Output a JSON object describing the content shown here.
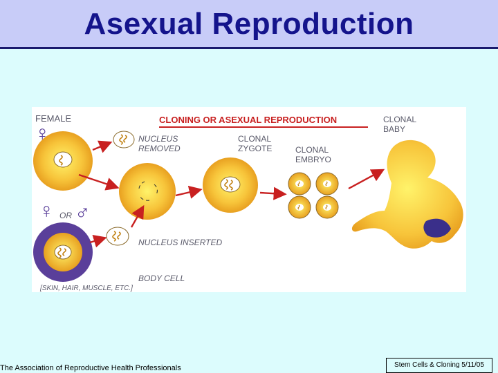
{
  "slide": {
    "title": "Asexual Reproduction",
    "footer_left": "The Association of Reproductive Health Professionals",
    "footer_right": "Stem Cells & Cloning 5/11/05"
  },
  "figure": {
    "heading": "CLONING OR ASEXUAL REPRODUCTION",
    "labels": {
      "female": "FEMALE",
      "or": "OR",
      "nucleus_removed_1": "NUCLEUS",
      "nucleus_removed_2": "REMOVED",
      "nucleus_inserted": "NUCLEUS INSERTED",
      "body_cell": "BODY CELL",
      "body_cell_note": "[SKIN, HAIR, MUSCLE, ETC.]",
      "clonal_zygote_1": "CLONAL",
      "clonal_zygote_2": "ZYGOTE",
      "clonal_embryo_1": "CLONAL",
      "clonal_embryo_2": "EMBRYO",
      "clonal_baby_1": "CLONAL",
      "clonal_baby_2": "BABY"
    },
    "symbols": {
      "female": "♀",
      "male": "♂"
    },
    "colors": {
      "cell_center": "#fff36a",
      "cell_edge": "#e8a020",
      "body_cell": "#5a3f9a",
      "arrow": "#c82020",
      "title_red": "#c82020"
    }
  }
}
